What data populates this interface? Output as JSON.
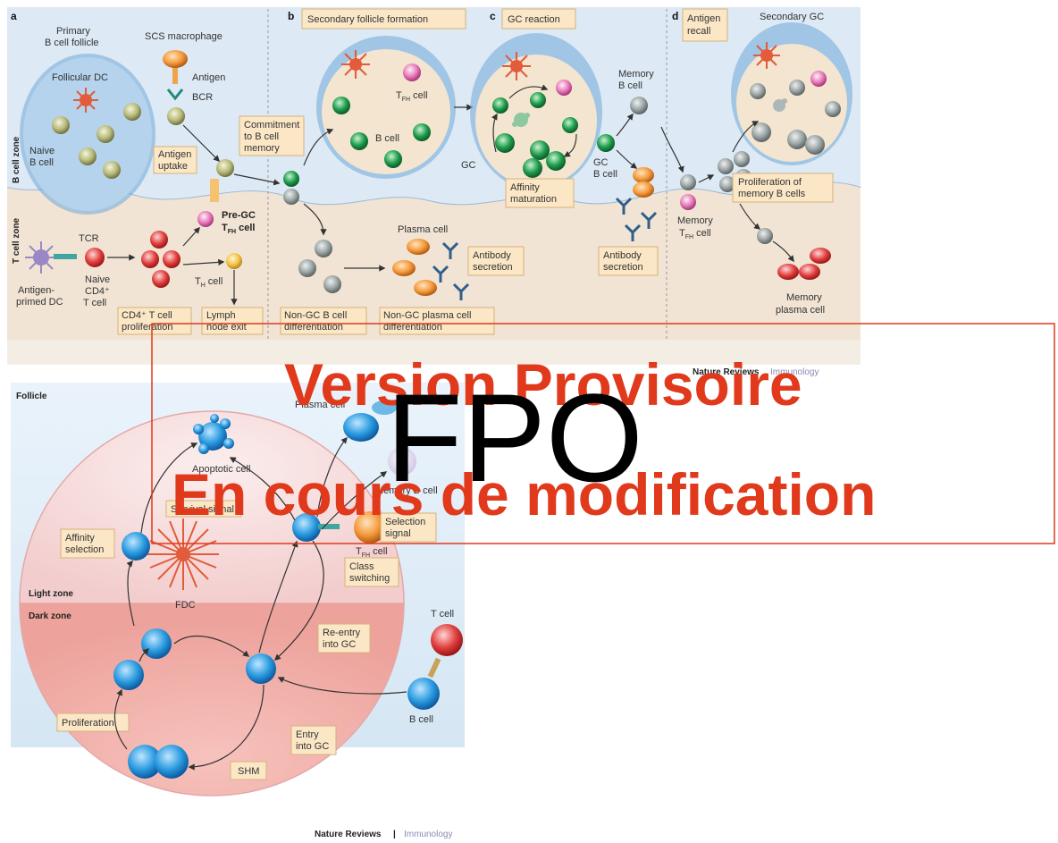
{
  "top": {
    "zones": {
      "b_cell": "B cell zone",
      "t_cell": "T cell zone"
    },
    "panel_a": {
      "letter": "a",
      "primary_follicle": "Primary",
      "primary_follicle_2": "B cell follicle",
      "follicular_dc": "Follicular DC",
      "naive_b": "Naive",
      "naive_b_2": "B cell",
      "scs": "SCS macrophage",
      "antigen": "Antigen",
      "bcr": "BCR",
      "antigen_uptake": "Antigen",
      "antigen_uptake_2": "uptake",
      "tcr": "TCR",
      "naive_cd4": "Naive",
      "naive_cd4_2": "CD4⁺",
      "naive_cd4_3": "T cell",
      "dc": "Antigen-",
      "dc_2": "primed DC",
      "pre_gc": "Pre-GC",
      "pre_gc_2": "T",
      "pre_gc_sub": "FH",
      "pre_gc_3": "cell",
      "th_cell": "T",
      "th_sub": "H",
      "th_cell_2": "cell",
      "cd4_prolif": "CD4⁺ T cell",
      "cd4_prolif_2": "proliferation",
      "lymph_exit": "Lymph",
      "lymph_exit_2": "node exit",
      "commitment": "Commitment",
      "commitment_2": "to B cell",
      "commitment_3": "memory"
    },
    "panel_b": {
      "letter": "b",
      "title": "Secondary follicle formation",
      "tfh": "T",
      "tfh_sub": "FH",
      "tfh_2": "cell",
      "b_cell": "B cell",
      "plasma": "Plasma cell",
      "antibody": "Antibody",
      "antibody_2": "secretion",
      "non_gc_b": "Non-GC B cell",
      "non_gc_b_2": "differentiation",
      "non_gc_plasma": "Non-GC plasma cell",
      "non_gc_plasma_2": "differentiation"
    },
    "panel_c": {
      "letter": "c",
      "title": "GC reaction",
      "gc": "GC",
      "affinity": "Affinity",
      "affinity_2": "maturation",
      "memory_b": "Memory",
      "memory_b_2": "B cell",
      "gc_b": "GC",
      "gc_b_2": "B cell",
      "antibody": "Antibody",
      "antibody_2": "secretion"
    },
    "panel_d": {
      "letter": "d",
      "recall": "Antigen",
      "recall_2": "recall",
      "secondary_gc": "Secondary GC",
      "memory_t": "Memory",
      "memory_t_2": "T",
      "memory_t_sub": "FH",
      "memory_t_3": "cell",
      "prolif_mem": "Proliferation of",
      "prolif_mem_2": "memory B cells",
      "memory_plasma": "Memory",
      "memory_plasma_2": "plasma cell"
    }
  },
  "bottom": {
    "follicle": "Follicle",
    "light_zone": "Light zone",
    "dark_zone": "Dark zone",
    "apoptotic": "Apoptotic cell",
    "survival": "Survival signal",
    "affinity_sel": "Affinity",
    "affinity_sel_2": "selection",
    "fdc": "FDC",
    "selection_signal": "Selection",
    "selection_signal_2": "signal",
    "tfh": "T",
    "tfh_sub": "FH",
    "tfh_2": "cell",
    "class_switch": "Class",
    "class_switch_2": "switching",
    "plasma": "Plasma cell",
    "memory_b": "Memory B cell",
    "reentry": "Re-entry",
    "reentry_2": "into GC",
    "t_cell": "T cell",
    "b_cell": "B cell",
    "proliferation": "Proliferation",
    "entry": "Entry",
    "entry_2": "into GC",
    "shm": "SHM"
  },
  "credits": {
    "top": "Nature Reviews",
    "top_2": "Immunology",
    "bottom": "Nature Reviews",
    "bottom_sep": " | ",
    "bottom_2": "Immunology"
  },
  "watermark": {
    "line1": "Version Provisoire",
    "line2": "En cours de modification",
    "fpo": "FPO"
  }
}
